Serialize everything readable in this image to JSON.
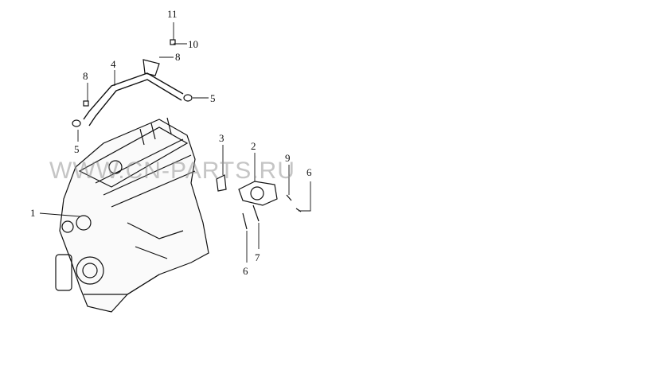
{
  "watermark": "WWW.CN-PARTS.RU",
  "callouts": [
    {
      "id": "1",
      "text": "1"
    },
    {
      "id": "2",
      "text": "2"
    },
    {
      "id": "3",
      "text": "3"
    },
    {
      "id": "4",
      "text": "4"
    },
    {
      "id": "5a",
      "text": "5"
    },
    {
      "id": "5b",
      "text": "5"
    },
    {
      "id": "6a",
      "text": "6"
    },
    {
      "id": "6b",
      "text": "6"
    },
    {
      "id": "7",
      "text": "7"
    },
    {
      "id": "8a",
      "text": "8"
    },
    {
      "id": "8b",
      "text": "8"
    },
    {
      "id": "9",
      "text": "9"
    },
    {
      "id": "10",
      "text": "10"
    },
    {
      "id": "11",
      "text": "11"
    }
  ]
}
